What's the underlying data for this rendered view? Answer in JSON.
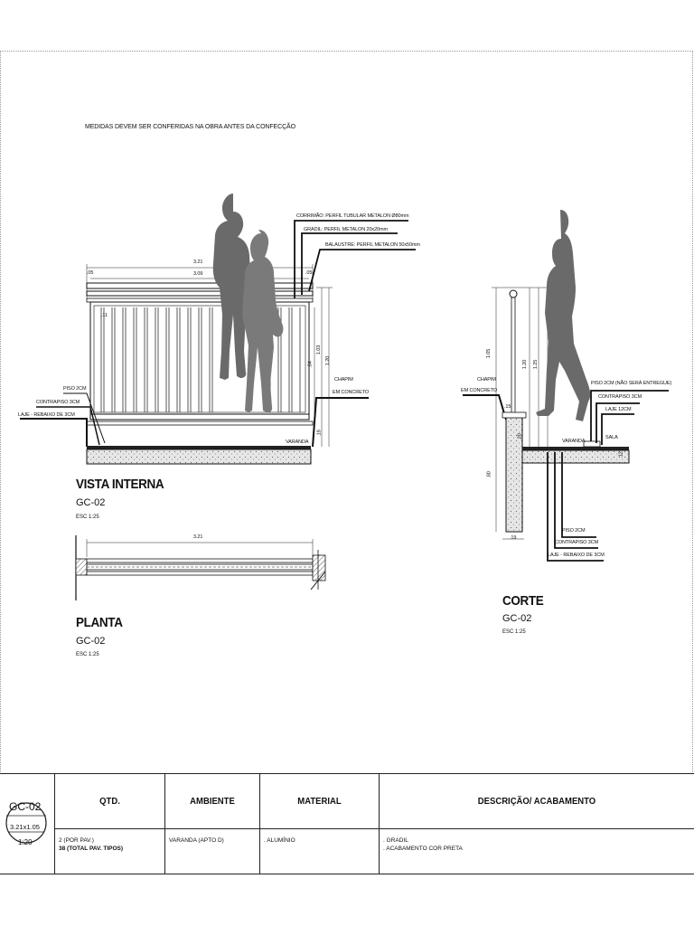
{
  "header_note": "MEDIDAS DEVEM SER CONFERIDAS NA OBRA ANTES DA CONFECÇÃO",
  "vista_interna": {
    "title": "VISTA INTERNA",
    "code": "GC-02",
    "scale": "ESC 1:25",
    "dim_total": "3.21",
    "dim_inner": "3.09",
    "dim_left": ".05",
    "dim_right": ".05",
    "dim_height_total": "1.20",
    "dim_height_1": "1.03",
    "dim_height_2": ".84",
    "dim_base": ".18",
    "dim_small": ".11",
    "callout_corrimao": "CORRIMÃO: PERFIL TUBULAR METALON Ø80mm",
    "callout_gradil": "GRADIL: PERFIL METALON 20x20mm",
    "callout_balaustre": "BALAUSTRE: PERFIL METALON 50x50mm",
    "callout_chapim": "CHAPIM",
    "callout_chapim_2": "EM CONCRETO",
    "callout_piso": "PISO 2CM",
    "callout_contrapiso": "CONTRAPISO 3CM",
    "callout_laje": "LAJE - REBAIXO DE 3CM",
    "callout_varanda": "VARANDA"
  },
  "planta": {
    "title": "PLANTA",
    "code": "GC-02",
    "scale": "ESC 1:25",
    "dim_total": "3.21"
  },
  "corte": {
    "title": "CORTE",
    "code": "GC-02",
    "scale": "ESC 1:25",
    "dim_105": "1.05",
    "dim_120": "1.20",
    "dim_125": "1.25",
    "dim_20": ".20",
    "dim_80": ".80",
    "dim_19": ".19",
    "dim_15": ".15",
    "dim_12": ".12",
    "callout_chapim": "CHAPIM",
    "callout_chapim_2": "EM CONCRETO",
    "callout_piso_top": "PISO 2CM (NÃO SERÁ ENTREGUE)",
    "callout_contrapiso_top": "CONTRAPISO 3CM",
    "callout_laje_top": "LAJE 12CM",
    "callout_varanda": "VARANDA",
    "callout_sala": "SALA",
    "callout_piso_bottom": "PISO 2CM",
    "callout_contrapiso_bottom": "CONTRAPISO 3CM",
    "callout_laje_bottom": "LAJE - REBAIXO DE 3CM"
  },
  "table": {
    "badge_code": "GC-02",
    "badge_size": "3.21x1.05",
    "badge_scale": "1:20",
    "headers": [
      "QTD.",
      "AMBIENTE",
      "MATERIAL",
      "DESCRIÇÃO/ ACABAMENTO"
    ],
    "qtd_line1": "2 (POR PAV.)",
    "qtd_line2": "38 (TOTAL PAV. TIPOS)",
    "ambiente": "VARANDA (APTO D)",
    "material": ". ALUMÍNIO",
    "descricao_line1": ". GRADIL",
    "descricao_line2": ". ACABAMENTO COR PRETA"
  }
}
